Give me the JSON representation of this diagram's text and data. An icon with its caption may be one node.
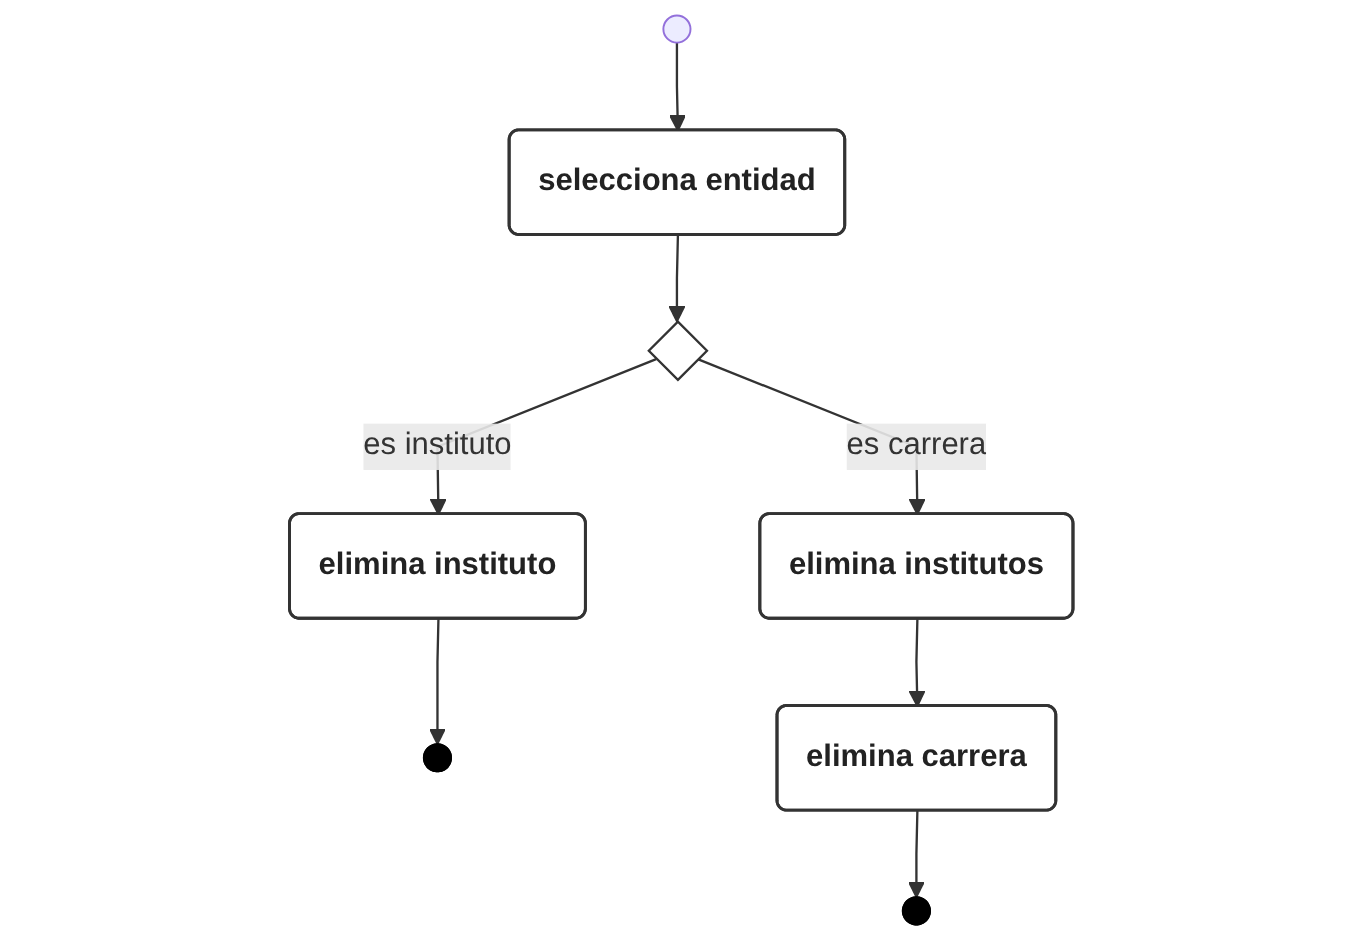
{
  "diagram": {
    "nodes": [
      {
        "text": [],
        "shape": "circle"
      },
      {
        "text": [
          "selecciona entidad"
        ]
      },
      {
        "text": [],
        "shape": "diamond"
      },
      {
        "text": [
          "elimina instituto"
        ]
      },
      {
        "text": [],
        "shape": "circle"
      },
      {
        "text": [
          "elimina institutos"
        ]
      },
      {
        "text": [
          "elimina carrera"
        ]
      },
      {
        "text": [],
        "shape": "circle"
      }
    ],
    "edges": [
      {
        "from": 0,
        "to": 1,
        "arrow": "to"
      },
      {
        "from": 1,
        "to": 2,
        "arrow": "to"
      },
      {
        "from": 2,
        "to": 3,
        "arrow": "to",
        "label": "es instituto"
      },
      {
        "from": 2,
        "to": 5,
        "arrow": "to",
        "label": "es carrera"
      },
      {
        "from": 3,
        "to": 4,
        "arrow": "to"
      },
      {
        "from": 5,
        "to": 6,
        "arrow": "to"
      },
      {
        "from": 6,
        "to": 7,
        "arrow": "to"
      }
    ]
  }
}
